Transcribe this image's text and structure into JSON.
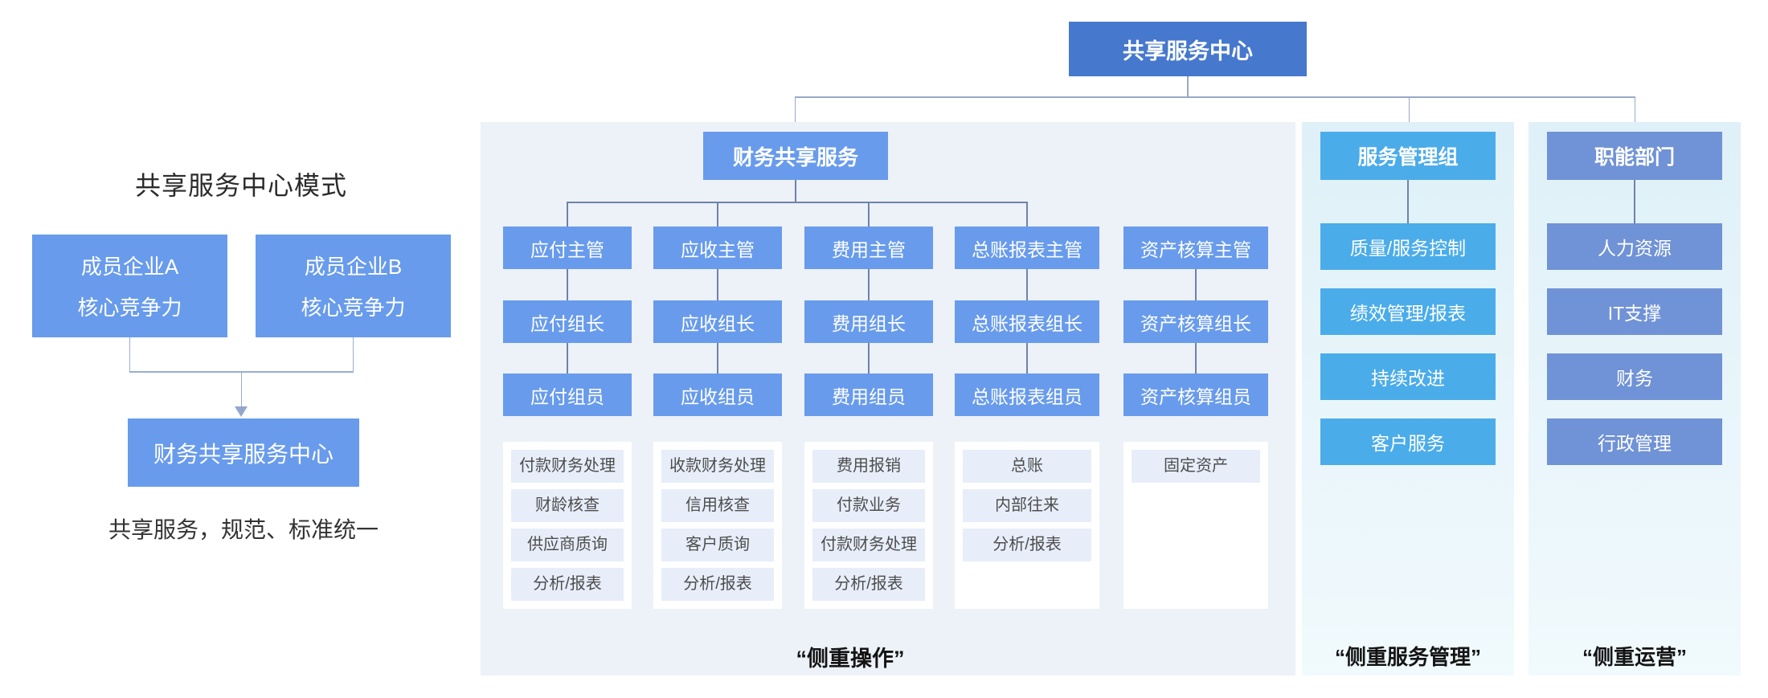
{
  "left_section": {
    "title": "共享服务中心模式",
    "member_box_a": {
      "line1": "成员企业A",
      "line2": "核心竞争力"
    },
    "member_box_b": {
      "line1": "成员企业B",
      "line2": "核心竞争力"
    },
    "result_box": "财务共享服务中心",
    "caption": "共享服务，规范、标准统一"
  },
  "root_box": {
    "label": "共享服务中心"
  },
  "finance_panel": {
    "header": "财务共享服务",
    "columns": [
      {
        "manager": "应付主管",
        "leader": "应付组长",
        "member": "应付组员",
        "tasks": [
          "付款财务处理",
          "财龄核查",
          "供应商质询",
          "分析/报表"
        ]
      },
      {
        "manager": "应收主管",
        "leader": "应收组长",
        "member": "应收组员",
        "tasks": [
          "收款财务处理",
          "信用核查",
          "客户质询",
          "分析/报表"
        ]
      },
      {
        "manager": "费用主管",
        "leader": "费用组长",
        "member": "费用组员",
        "tasks": [
          "费用报销",
          "付款业务",
          "付款财务处理",
          "分析/报表"
        ]
      },
      {
        "manager": "总账报表主管",
        "leader": "总账报表组长",
        "member": "总账报表组员",
        "tasks": [
          "总账",
          "内部往来",
          "分析/报表"
        ]
      },
      {
        "manager": "资产核算主管",
        "leader": "资产核算组长",
        "member": "资产核算组员",
        "tasks": [
          "固定资产"
        ]
      }
    ],
    "footer": "“侧重操作”"
  },
  "service_panel": {
    "header": "服务管理组",
    "items": [
      "质量/服务控制",
      "绩效管理/报表",
      "持续改进",
      "客户服务"
    ],
    "footer": "“侧重服务管理”"
  },
  "function_panel": {
    "header": "职能部门",
    "items": [
      "人力资源",
      "IT支撑",
      "财务",
      "行政管理"
    ],
    "footer": "“侧重运营”"
  },
  "colors": {
    "root_box": "#4678CD",
    "primary_blue": "#689BEC",
    "service_cyan": "#4BACEA",
    "function_periwinkle": "#7092D6",
    "finance_panel_bg": "#EDF1F8",
    "right_panel_bg_top": "#DFF0F8",
    "right_panel_bg_bottom": "#F1FAFD",
    "task_item_bg": "#E7EEFA",
    "connector_light": "#98A8C8",
    "connector_dark": "#6F83A9",
    "connector_left": "#9AADD0",
    "connector_arrow": "#93A7CC"
  }
}
